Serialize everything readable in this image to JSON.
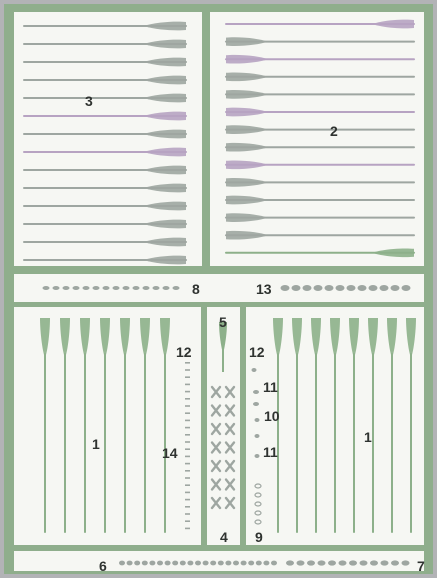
{
  "labels": {
    "l1_left": "1",
    "l1_right": "1",
    "l2": "2",
    "l3": "3",
    "l4": "4",
    "l5": "5",
    "l6": "6",
    "l7": "7",
    "l8": "8",
    "l9": "9",
    "l10": "10",
    "l11_top": "11",
    "l11_bottom": "11",
    "l12_left": "12",
    "l12_right": "12",
    "l13": "13",
    "l14": "14"
  },
  "colors": {
    "background": "#d4d9d2",
    "compartment": "#f6f7f3",
    "frame": "#8fae8c",
    "outer_border": "#b2b3b6",
    "green_strip": "#8db08a",
    "purple_strip": "#b7a3c2",
    "gray_strip": "#9ea6a1",
    "text": "#2f3330"
  }
}
